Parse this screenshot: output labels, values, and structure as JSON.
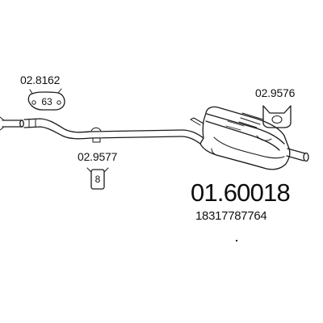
{
  "diagram": {
    "main_part_number": "01.60018",
    "oem_number": "18317787764",
    "components": {
      "clamp_left": {
        "code": "02.8162",
        "size": "63"
      },
      "hanger_center": {
        "code": "02.9577",
        "size": "8"
      },
      "hanger_right": {
        "code": "02.9576"
      }
    }
  }
}
